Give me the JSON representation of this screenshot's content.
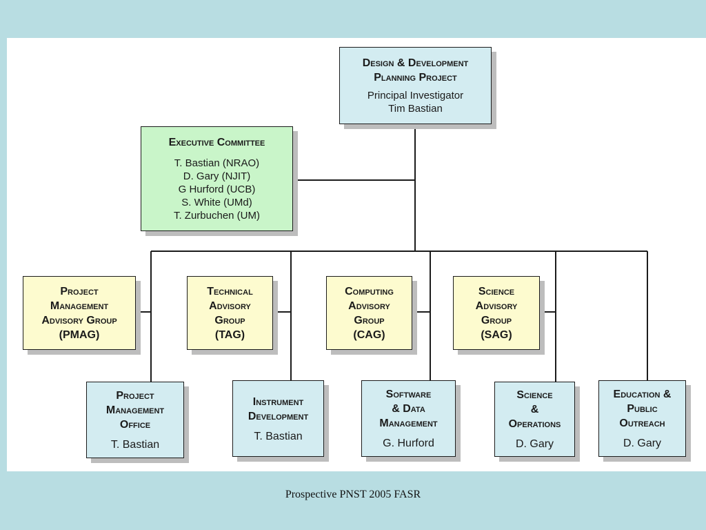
{
  "top": {
    "title_lines": [
      "Design & Development",
      "Planning Project"
    ],
    "role": "Principal Investigator",
    "name": "Tim Bastian"
  },
  "executive": {
    "title": "Executive Committee",
    "members": [
      "T. Bastian (NRAO)",
      "D. Gary (NJIT)",
      "G Hurford (UCB)",
      "S. White (UMd)",
      "T. Zurbuchen (UM)"
    ]
  },
  "advisory_groups": [
    {
      "lines": [
        "Project",
        "Management",
        "Advisory Group"
      ],
      "abbr": "(PMAG)"
    },
    {
      "lines": [
        "Technical",
        "Advisory",
        "Group"
      ],
      "abbr": "(TAG)"
    },
    {
      "lines": [
        "Computing",
        "Advisory",
        "Group"
      ],
      "abbr": "(CAG)"
    },
    {
      "lines": [
        "Science",
        "Advisory",
        "Group"
      ],
      "abbr": "(SAG)"
    }
  ],
  "units": [
    {
      "lines": [
        "Project",
        "Management",
        "Office"
      ],
      "person": "T. Bastian"
    },
    {
      "lines": [
        "Instrument",
        "Development"
      ],
      "person": "T. Bastian"
    },
    {
      "lines": [
        "Software",
        "& Data",
        "Management"
      ],
      "person": "G. Hurford"
    },
    {
      "lines": [
        "Science",
        "&",
        "Operations"
      ],
      "person": "D. Gary"
    },
    {
      "lines": [
        "Education &",
        "Public",
        "Outreach"
      ],
      "person": "D. Gary"
    }
  ],
  "footer": "Prospective PNST 2005 FASR",
  "colors": {
    "background": "#b8dde2",
    "box_blue": "#d3ecf1",
    "box_green": "#c9f5c9",
    "box_yellow": "#fdfbcf",
    "line": "#1a1a1a"
  }
}
